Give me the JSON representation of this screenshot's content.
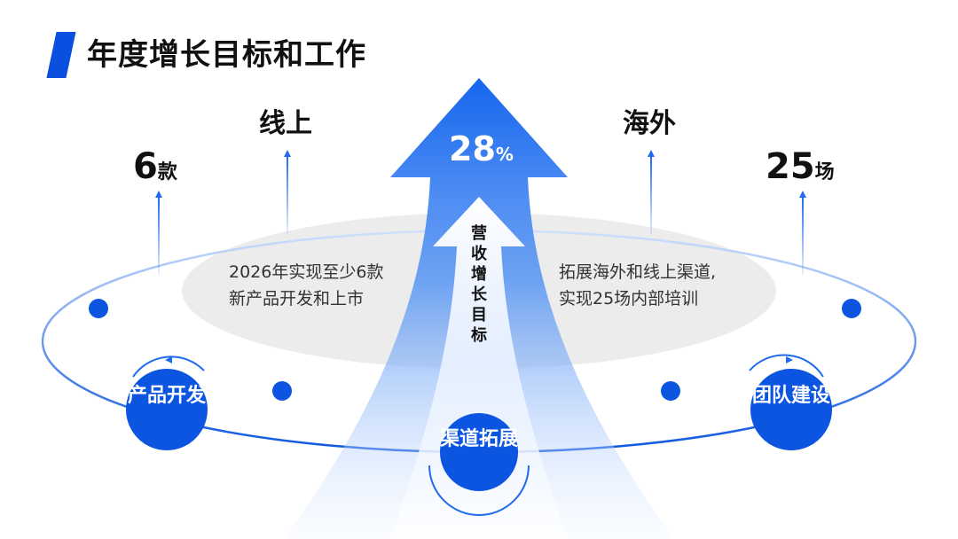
{
  "header": {
    "title": "年度增长目标和工作"
  },
  "arrow": {
    "value": "28",
    "unit": "%",
    "vertical_label": "营收增长目标"
  },
  "left": {
    "number": "6",
    "number_unit": "款",
    "label": "线上",
    "desc_line1": "2026年实现至少6款",
    "desc_line2": "新产品开发和上市"
  },
  "right": {
    "label": "海外",
    "number": "25",
    "number_unit": "场",
    "desc_line1": "拓展海外和线上渠道,",
    "desc_line2": "实现25场内部培训"
  },
  "circles": {
    "product": "产品开发",
    "channel": "渠道拓展",
    "team": "团队建设"
  },
  "colors": {
    "accent": "#0b4fe0",
    "accent_light": "#1f6bf0",
    "text": "#111111",
    "ellipse": "#ebebeb"
  }
}
